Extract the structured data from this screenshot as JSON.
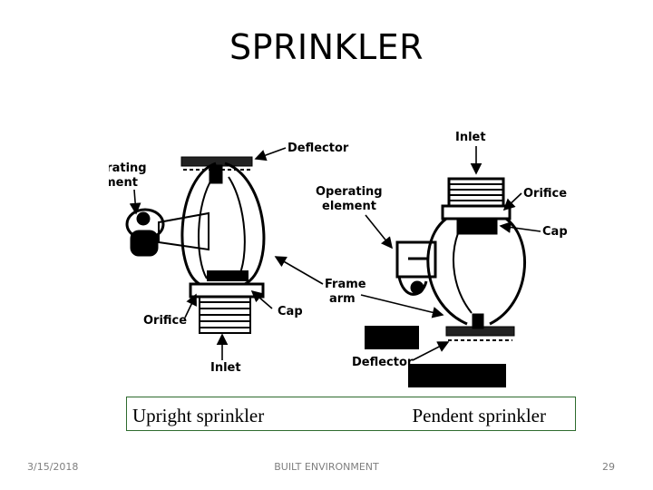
{
  "slide": {
    "title": "SPRINKLER",
    "footer": {
      "date": "3/15/2018",
      "center": "BUILT ENVIRONMENT",
      "page": "29"
    }
  },
  "figure": {
    "upright_labels": {
      "deflector": "Deflector",
      "operating_element": [
        "Operating",
        "element"
      ],
      "orifice": "Orifice",
      "cap": "Cap",
      "inlet": "Inlet"
    },
    "pendent_labels": {
      "inlet": "Inlet",
      "operating_element": [
        "Operating",
        "element"
      ],
      "orifice": "Orifice",
      "cap": "Cap",
      "frame_arm": [
        "Frame",
        "arm"
      ],
      "deflector": "Deflector"
    },
    "captions": {
      "upright": "Upright sprinkler",
      "pendent": "Pendent sprinkler"
    }
  }
}
